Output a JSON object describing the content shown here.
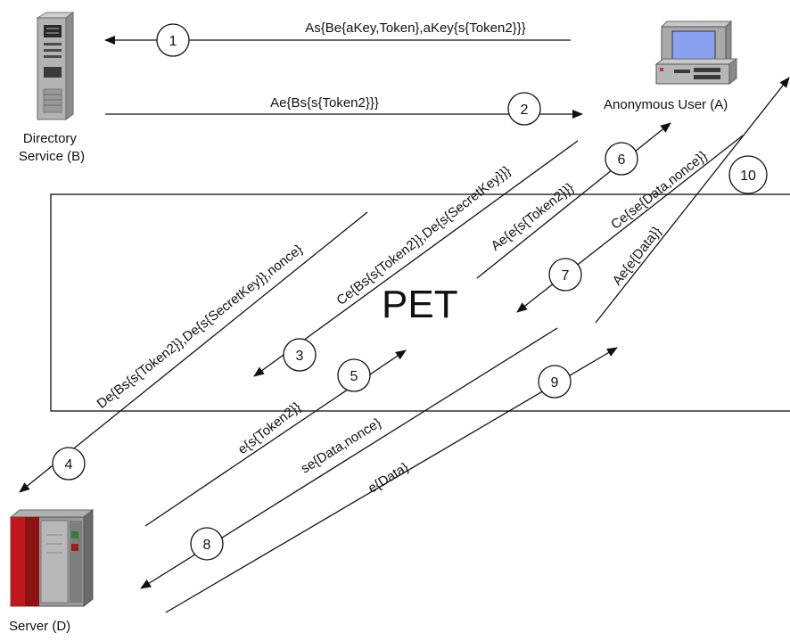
{
  "nodes": {
    "directory": "Directory Service (B)",
    "directory_line1": "Directory",
    "directory_line2": "Service (B)",
    "user": "Anonymous User (A)",
    "server": "Server (D)"
  },
  "pet_label": "PET",
  "messages": [
    {
      "step": "1",
      "label": "As{Be{aKey,Token},aKey{s{Token2}}}"
    },
    {
      "step": "2",
      "label": "Ae{Bs{s{Token2}}}"
    },
    {
      "step": "3",
      "label": "Ce{Bs{s{Token2}},De{s{SecretKey}}}"
    },
    {
      "step": "4",
      "label": "De{Bs{s{Token2}},De{s{SecretKey}},nonce}"
    },
    {
      "step": "5",
      "label": "e{s{Token2}}"
    },
    {
      "step": "6",
      "label": "Ae{e{s{Token2}}}"
    },
    {
      "step": "7",
      "label": "Ce{se{Data,nonce}}"
    },
    {
      "step": "8",
      "label": "se{Data,nonce}"
    },
    {
      "step": "9",
      "label": "e{Data}"
    },
    {
      "step": "10",
      "label": "Ae{e{Data}}"
    }
  ]
}
